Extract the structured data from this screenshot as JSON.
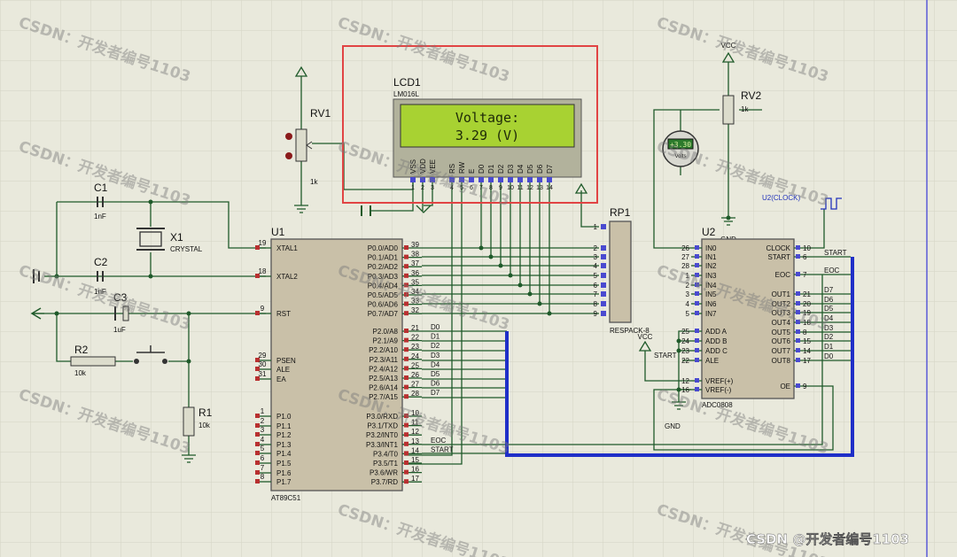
{
  "lcd": {
    "ref": "LCD1",
    "model": "LM016L",
    "line1": "Voltage:",
    "line2": "3.29 (V)",
    "pins": [
      "VSS",
      "VDD",
      "VEE",
      "RS",
      "RW",
      "E",
      "D0",
      "D1",
      "D2",
      "D3",
      "D4",
      "D5",
      "D6",
      "D7"
    ],
    "pin_numbers": [
      "1",
      "2",
      "3",
      "4",
      "5",
      "6",
      "7",
      "8",
      "9",
      "10",
      "11",
      "12",
      "13",
      "14"
    ]
  },
  "rv1": {
    "ref": "RV1",
    "value": "1k"
  },
  "rv2": {
    "ref": "RV2",
    "value": "1k"
  },
  "vcc_label": "VCC",
  "gnd_label": "GND",
  "voltmeter": {
    "reading": "+3.30",
    "unit": "Volts"
  },
  "clock_label": "U2(CLOCK)",
  "c1": {
    "ref": "C1",
    "value": "1nF"
  },
  "c2": {
    "ref": "C2",
    "value": "1nF"
  },
  "c3": {
    "ref": "C3",
    "value": "1uF"
  },
  "x1": {
    "ref": "X1",
    "value": "CRYSTAL"
  },
  "r1": {
    "ref": "R1",
    "value": "10k"
  },
  "r2": {
    "ref": "R2",
    "value": "10k"
  },
  "u1": {
    "ref": "U1",
    "model": "AT89C51",
    "left_pins": [
      {
        "num": "19",
        "name": "XTAL1"
      },
      {
        "num": "18",
        "name": "XTAL2"
      },
      {
        "num": "9",
        "name": "RST"
      },
      {
        "num": "29",
        "name": "PSEN"
      },
      {
        "num": "30",
        "name": "ALE"
      },
      {
        "num": "31",
        "name": "EA"
      },
      {
        "num": "1",
        "name": "P1.0"
      },
      {
        "num": "2",
        "name": "P1.1"
      },
      {
        "num": "3",
        "name": "P1.2"
      },
      {
        "num": "4",
        "name": "P1.3"
      },
      {
        "num": "5",
        "name": "P1.4"
      },
      {
        "num": "6",
        "name": "P1.5"
      },
      {
        "num": "7",
        "name": "P1.6"
      },
      {
        "num": "8",
        "name": "P1.7"
      }
    ],
    "port0": [
      {
        "num": "39",
        "name": "P0.0/AD0"
      },
      {
        "num": "38",
        "name": "P0.1/AD1"
      },
      {
        "num": "37",
        "name": "P0.2/AD2"
      },
      {
        "num": "36",
        "name": "P0.3/AD3"
      },
      {
        "num": "35",
        "name": "P0.4/AD4"
      },
      {
        "num": "34",
        "name": "P0.5/AD5"
      },
      {
        "num": "33",
        "name": "P0.6/AD6"
      },
      {
        "num": "32",
        "name": "P0.7/AD7"
      }
    ],
    "port2": [
      {
        "num": "21",
        "name": "P2.0/A8",
        "net": "D0"
      },
      {
        "num": "22",
        "name": "P2.1/A9",
        "net": "D1"
      },
      {
        "num": "23",
        "name": "P2.2/A10",
        "net": "D2"
      },
      {
        "num": "24",
        "name": "P2.3/A11",
        "net": "D3"
      },
      {
        "num": "25",
        "name": "P2.4/A12",
        "net": "D4"
      },
      {
        "num": "26",
        "name": "P2.5/A13",
        "net": "D5"
      },
      {
        "num": "27",
        "name": "P2.6/A14",
        "net": "D6"
      },
      {
        "num": "28",
        "name": "P2.7/A15",
        "net": "D7"
      }
    ],
    "port3": [
      {
        "num": "10",
        "name": "P3.0/RXD",
        "net": ""
      },
      {
        "num": "11",
        "name": "P3.1/TXD",
        "net": ""
      },
      {
        "num": "12",
        "name": "P3.2/INT0",
        "net": ""
      },
      {
        "num": "13",
        "name": "P3.3/INT1",
        "net": "EOC"
      },
      {
        "num": "14",
        "name": "P3.4/T0",
        "net": "START"
      },
      {
        "num": "15",
        "name": "P3.5/T1",
        "net": ""
      },
      {
        "num": "16",
        "name": "P3.6/WR",
        "net": ""
      },
      {
        "num": "17",
        "name": "P3.7/RD",
        "net": ""
      }
    ]
  },
  "rp1": {
    "ref": "RP1",
    "model": "RESPACK-8",
    "pins": [
      "1",
      "2",
      "3",
      "4",
      "5",
      "6",
      "7",
      "8",
      "9"
    ]
  },
  "u2": {
    "ref": "U2",
    "model": "ADC0808",
    "left_pins": [
      {
        "num": "26",
        "name": "IN0"
      },
      {
        "num": "27",
        "name": "IN1"
      },
      {
        "num": "28",
        "name": "IN2"
      },
      {
        "num": "1",
        "name": "IN3"
      },
      {
        "num": "2",
        "name": "IN4"
      },
      {
        "num": "3",
        "name": "IN5"
      },
      {
        "num": "4",
        "name": "IN6"
      },
      {
        "num": "5",
        "name": "IN7"
      },
      {
        "num": "25",
        "name": "ADD A"
      },
      {
        "num": "24",
        "name": "ADD B"
      },
      {
        "num": "23",
        "name": "ADD C"
      },
      {
        "num": "22",
        "name": "ALE"
      },
      {
        "num": "12",
        "name": "VREF(+)"
      },
      {
        "num": "16",
        "name": "VREF(-)"
      }
    ],
    "right_pins": [
      {
        "num": "10",
        "name": "CLOCK",
        "net": ""
      },
      {
        "num": "6",
        "name": "START",
        "net": "START"
      },
      {
        "num": "7",
        "name": "EOC",
        "net": "EOC"
      },
      {
        "num": "21",
        "name": "OUT1",
        "net": "D7"
      },
      {
        "num": "20",
        "name": "OUT2",
        "net": "D6"
      },
      {
        "num": "19",
        "name": "OUT3",
        "net": "D5"
      },
      {
        "num": "18",
        "name": "OUT4",
        "net": "D4"
      },
      {
        "num": "8",
        "name": "OUT5",
        "net": "D3"
      },
      {
        "num": "15",
        "name": "OUT6",
        "net": "D2"
      },
      {
        "num": "14",
        "name": "OUT7",
        "net": "D1"
      },
      {
        "num": "17",
        "name": "OUT8",
        "net": "D0"
      },
      {
        "num": "9",
        "name": "OE",
        "net": ""
      }
    ]
  },
  "start_label": "START",
  "watermark": "CSDN：开发者编号1103",
  "footer_credit": "CSDN @开发者编号1103"
}
